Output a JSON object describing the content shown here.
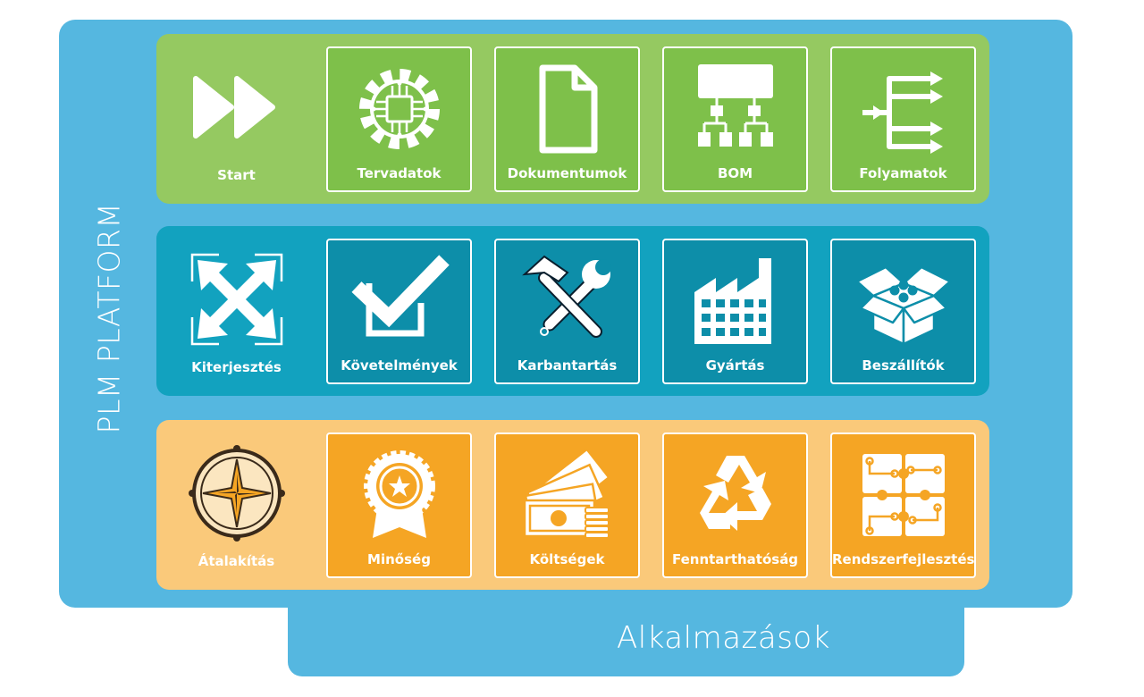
{
  "platform_label": "PLM PLATFORM",
  "applications_label": "Alkalmazások",
  "colors": {
    "platform": "#55b7e0",
    "row_green": "#95c961",
    "tile_green": "#7ec04a",
    "row_teal": "#12a2bf",
    "tile_teal": "#0d8ea9",
    "row_orange": "#fac97a",
    "tile_orange": "#f5a524"
  },
  "rows": [
    {
      "items": [
        {
          "label": "Start",
          "icon": "fast-forward-icon"
        },
        {
          "label": "Tervadatok",
          "icon": "chip-gear-icon"
        },
        {
          "label": "Dokumentumok",
          "icon": "document-icon"
        },
        {
          "label": "BOM",
          "icon": "hierarchy-icon"
        },
        {
          "label": "Folyamatok",
          "icon": "branching-arrows-icon"
        }
      ]
    },
    {
      "items": [
        {
          "label": "Kiterjesztés",
          "icon": "expand-arrows-icon"
        },
        {
          "label": "Követelmények",
          "icon": "checkbox-icon"
        },
        {
          "label": "Karbantartás",
          "icon": "hammer-wrench-icon"
        },
        {
          "label": "Gyártás",
          "icon": "factory-icon"
        },
        {
          "label": "Beszállítók",
          "icon": "open-box-icon"
        }
      ]
    },
    {
      "items": [
        {
          "label": "Átalakítás",
          "icon": "compass-icon"
        },
        {
          "label": "Minőség",
          "icon": "award-badge-icon"
        },
        {
          "label": "Költségek",
          "icon": "money-icon"
        },
        {
          "label": "Fenntarthatóság",
          "icon": "recycle-icon"
        },
        {
          "label": "Rendszerfejlesztés",
          "icon": "puzzle-circuit-icon"
        }
      ]
    }
  ]
}
